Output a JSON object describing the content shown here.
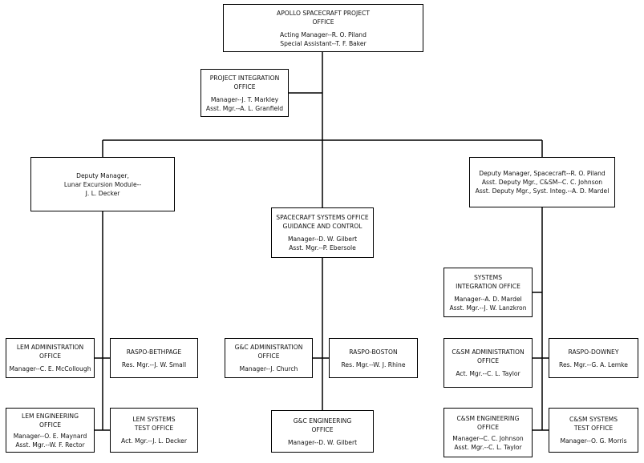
{
  "boxes": {
    "apollo": {
      "title": [
        "APOLLO SPACECRAFT PROJECT",
        "OFFICE"
      ],
      "lines": [
        "Acting Manager--R. O. Piland",
        "Special Assistant--T. F. Baker"
      ]
    },
    "project_integration": {
      "title": [
        "PROJECT INTEGRATION",
        "OFFICE"
      ],
      "lines": [
        "Manager--J. T. Markley",
        "Asst. Mgr.--A. L. Granfield"
      ]
    },
    "deputy_lem": {
      "title": [
        "Deputy Manager,",
        "Lunar Excursion Module--",
        "J. L. Decker"
      ],
      "lines": []
    },
    "deputy_spacecraft": {
      "title": [],
      "lines": [
        "Deputy Manager, Spacecraft--R. O. Piland",
        "Asst. Deputy Mgr., C&SM--C. C. Johnson",
        "Asst. Deputy Mgr., Syst. Integ.--A. D. Mardel"
      ]
    },
    "spacecraft_systems": {
      "title": [
        "SPACECRAFT SYSTEMS OFFICE",
        "GUIDANCE AND CONTROL"
      ],
      "lines": [
        "Manager--D. W. Gilbert",
        "Asst. Mgr.--P. Ebersole"
      ]
    },
    "systems_integration": {
      "title": [
        "SYSTEMS",
        "INTEGRATION OFFICE"
      ],
      "lines": [
        "Manager--A. D. Mardel",
        "Asst. Mgr.--J. W. Lanzkron"
      ]
    },
    "lem_admin": {
      "title": [
        "LEM ADMINISTRATION",
        "OFFICE"
      ],
      "lines": [
        "Manager--C. E. McCollough"
      ]
    },
    "raspo_bethpage": {
      "title": [
        "RASPO-BETHPAGE"
      ],
      "lines": [
        "Res. Mgr.--J. W. Small"
      ]
    },
    "gc_admin": {
      "title": [
        "G&C ADMINISTRATION",
        "OFFICE"
      ],
      "lines": [
        "Manager--J. Church"
      ]
    },
    "raspo_boston": {
      "title": [
        "RASPO-BOSTON"
      ],
      "lines": [
        "Res. Mgr.--W. J. Rhine"
      ]
    },
    "csm_admin": {
      "title": [
        "C&SM ADMINISTRATION",
        "OFFICE"
      ],
      "lines": [
        "Act. Mgr.--C. L. Taylor"
      ]
    },
    "raspo_downey": {
      "title": [
        "RASPO-DOWNEY"
      ],
      "lines": [
        "Res. Mgr.--G. A. Lemke"
      ]
    },
    "lem_engineering": {
      "title": [
        "LEM ENGINEERING",
        "OFFICE"
      ],
      "lines": [
        "Manager--O. E. Maynard",
        "Asst. Mgr.--W. F. Rector"
      ]
    },
    "lem_systems_test": {
      "title": [
        "LEM SYSTEMS",
        "TEST OFFICE"
      ],
      "lines": [
        "Act. Mgr.--J. L. Decker"
      ]
    },
    "gc_engineering": {
      "title": [
        "G&C ENGINEERING",
        "OFFICE"
      ],
      "lines": [
        "Manager--D. W. Gilbert"
      ]
    },
    "csm_engineering": {
      "title": [
        "C&SM ENGINEERING",
        "OFFICE"
      ],
      "lines": [
        "Manager--C. C. Johnson",
        "Asst. Mgr.--C. L. Taylor"
      ]
    },
    "csm_systems_test": {
      "title": [
        "C&SM SYSTEMS",
        "TEST OFFICE"
      ],
      "lines": [
        "Manager--O. G. Morris"
      ]
    }
  }
}
